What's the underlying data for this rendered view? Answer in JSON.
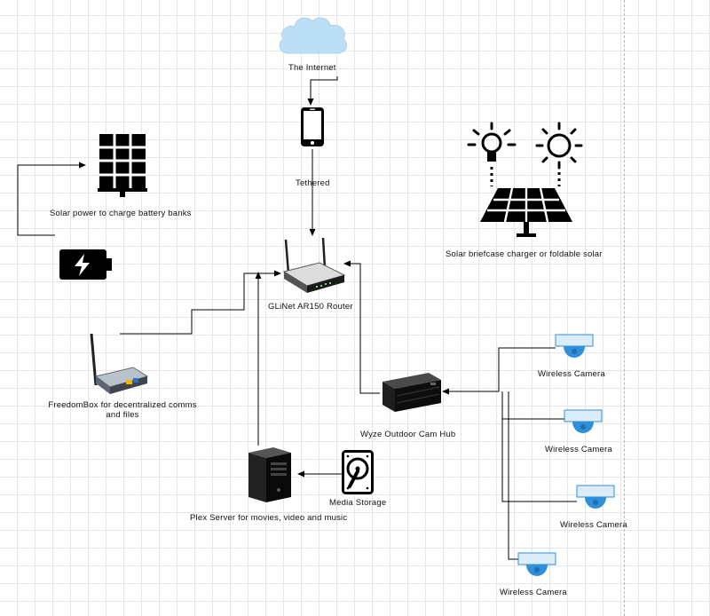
{
  "nodes": {
    "internet": {
      "label": "The Internet",
      "icon": "cloud-icon"
    },
    "phone": {
      "icon": "smartphone-icon"
    },
    "phone_link": {
      "label": "Tethered"
    },
    "solar_panel": {
      "label": "Solar power to charge battery banks",
      "icon": "solar-panel-icon"
    },
    "battery": {
      "icon": "battery-charging-icon"
    },
    "solar_briefcase": {
      "label": "Solar briefcase charger or foldable solar",
      "icon": "solar-panel-sun-icon"
    },
    "router": {
      "label": "GLiNet AR150 Router",
      "icon": "wireless-router-icon"
    },
    "freedombox": {
      "label": "FreedomBox for decentralized comms and files",
      "icon": "wifi-access-point-icon"
    },
    "cam_hub": {
      "label": "Wyze Outdoor Cam Hub",
      "icon": "server-rack-icon"
    },
    "plex_server": {
      "label": "Plex Server for movies, video and music",
      "icon": "tower-server-icon"
    },
    "media_storage": {
      "label": "Media Storage",
      "icon": "hard-drive-icon"
    },
    "cameras": [
      {
        "label": "Wireless Camera",
        "icon": "dome-camera-icon"
      },
      {
        "label": "Wireless Camera",
        "icon": "dome-camera-icon"
      },
      {
        "label": "Wireless Camera",
        "icon": "dome-camera-icon"
      },
      {
        "label": "Wireless Camera",
        "icon": "dome-camera-icon"
      }
    ]
  },
  "colors": {
    "cloud": "#bcdff5",
    "camera_dome": "#2f8fd8",
    "camera_bar": "#dcecf9",
    "line": "#000000",
    "grid": "#e6e6e6"
  }
}
